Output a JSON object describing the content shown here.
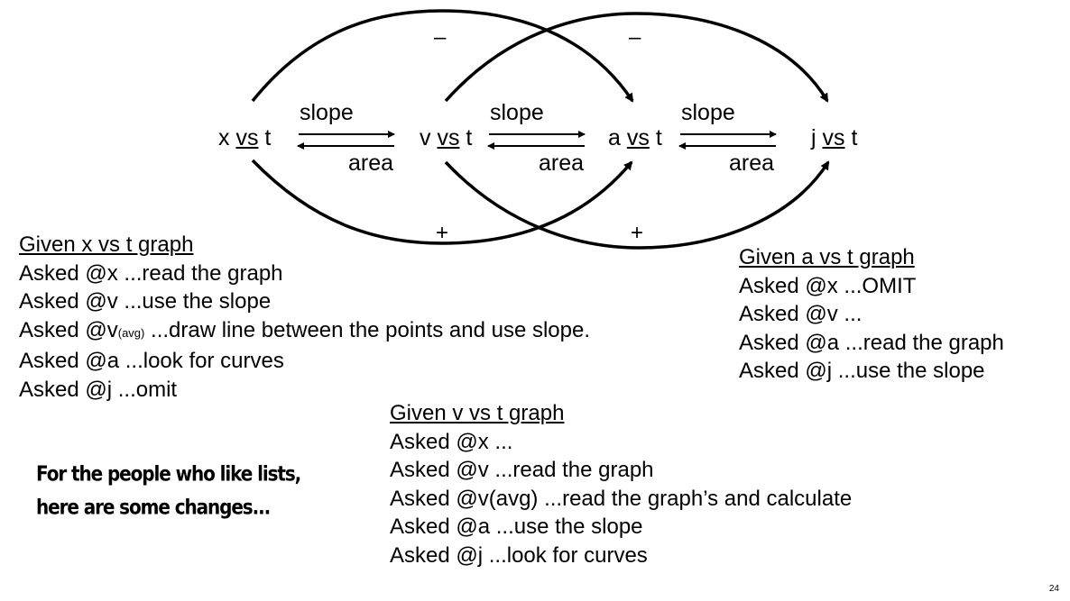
{
  "nodes": {
    "x": {
      "name": "x",
      "vs": "vs",
      "t": "t"
    },
    "v": {
      "name": "v",
      "vs": "vs",
      "t": "t"
    },
    "a": {
      "name": "a",
      "vs": "vs",
      "t": "t"
    },
    "j": {
      "name": "j",
      "vs": "vs",
      "t": "t"
    }
  },
  "edge_labels": {
    "slope_xv": "slope",
    "area_vx": "area",
    "slope_va": "slope",
    "area_av": "area",
    "slope_aj": "slope",
    "area_ja": "area"
  },
  "signs": {
    "minus_1": "–",
    "minus_2": "–",
    "plus_1": "+",
    "plus_2": "+"
  },
  "given_x": {
    "heading": "Given x vs t graph",
    "lines": [
      "Asked @x ...read the graph",
      "Asked @v ...use the slope",
      {
        "pre": "Asked @v",
        "sub": "(avg)",
        "post": " ...draw line between the points and use slope."
      },
      "Asked @a ...look for curves",
      "Asked @j ...omit"
    ]
  },
  "given_a": {
    "heading": "Given a vs t graph",
    "lines": [
      "Asked @x ...OMIT",
      "Asked @v ...",
      "Asked @a ...read the graph",
      "Asked @j ...use the slope"
    ]
  },
  "given_v": {
    "heading": "Given v vs t graph",
    "lines": [
      "Asked @x ...",
      "Asked @v ...read the graph",
      "Asked @v(avg) ...read the graph’s and calculate",
      "Asked @a ...use the slope",
      "Asked @j ...look for curves"
    ]
  },
  "note": {
    "line1": "For the people who like lists,",
    "line2": "here are some changes..."
  },
  "page_number": "24"
}
